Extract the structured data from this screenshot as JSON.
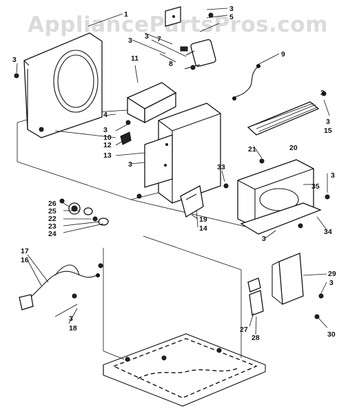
{
  "watermark": "AppliancePartsPros.com",
  "callouts": [
    "1",
    "3",
    "3",
    "5",
    "7",
    "3",
    "3",
    "11",
    "8",
    "9",
    "3",
    "4",
    "3",
    "10",
    "12",
    "13",
    "3",
    "3",
    "15",
    "21",
    "20",
    "33",
    "3",
    "35",
    "26",
    "25",
    "22",
    "23",
    "24",
    "19",
    "14",
    "3",
    "34",
    "17",
    "16",
    "29",
    "3",
    "3",
    "18",
    "27",
    "28",
    "30"
  ]
}
